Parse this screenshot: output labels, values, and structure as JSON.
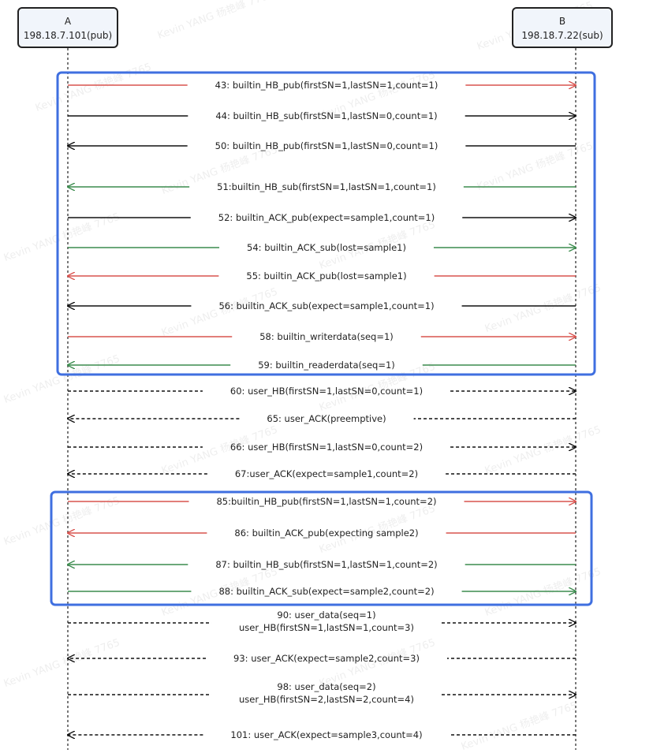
{
  "actors": {
    "a": {
      "name": "A",
      "address": "198.18.7.101(pub)"
    },
    "b": {
      "name": "B",
      "address": "198.18.7.22(sub)"
    }
  },
  "colors": {
    "red": "#d9534f",
    "green": "#3c8c4e",
    "black": "#111111",
    "group_box": "#3f6fe0"
  },
  "watermark": "Kevin YANG 杨艳峰 7765",
  "messages": [
    {
      "id": "m43",
      "from": "a",
      "color": "red",
      "style": "solid",
      "lines": [
        "43: builtin_HB_pub(firstSN=1,lastSN=1,count=1)"
      ]
    },
    {
      "id": "m44",
      "from": "a",
      "color": "black",
      "style": "solid",
      "lines": [
        "44: builtin_HB_sub(firstSN=1,lastSN=0,count=1)"
      ]
    },
    {
      "id": "m50",
      "from": "b",
      "color": "black",
      "style": "solid",
      "lines": [
        "50: builtin_HB_pub(firstSN=1,lastSN=0,count=1)"
      ]
    },
    {
      "id": "m51",
      "from": "b",
      "color": "green",
      "style": "solid",
      "lines": [
        "51:builtin_HB_sub(firstSN=1,lastSN=1,count=1)"
      ]
    },
    {
      "id": "m52",
      "from": "a",
      "color": "black",
      "style": "solid",
      "lines": [
        "52: builtin_ACK_pub(expect=sample1,count=1)"
      ]
    },
    {
      "id": "m54",
      "from": "a",
      "color": "green",
      "style": "solid",
      "lines": [
        "54: builtin_ACK_sub(lost=sample1)"
      ]
    },
    {
      "id": "m55",
      "from": "b",
      "color": "red",
      "style": "solid",
      "lines": [
        "55: builtin_ACK_pub(lost=sample1)"
      ]
    },
    {
      "id": "m56",
      "from": "b",
      "color": "black",
      "style": "solid",
      "lines": [
        "56: builtin_ACK_sub(expect=sample1,count=1)"
      ]
    },
    {
      "id": "m58",
      "from": "a",
      "color": "red",
      "style": "solid",
      "lines": [
        "58: builtin_writerdata(seq=1)"
      ]
    },
    {
      "id": "m59",
      "from": "b",
      "color": "green",
      "style": "solid",
      "lines": [
        "59: builtin_readerdata(seq=1)"
      ]
    },
    {
      "id": "m60",
      "from": "a",
      "color": "black",
      "style": "dashed",
      "lines": [
        "60: user_HB(firstSN=1,lastSN=0,count=1)"
      ]
    },
    {
      "id": "m65",
      "from": "b",
      "color": "black",
      "style": "dashed",
      "lines": [
        "65: user_ACK(preemptive)"
      ]
    },
    {
      "id": "m66",
      "from": "a",
      "color": "black",
      "style": "dashed",
      "lines": [
        "66: user_HB(firstSN=1,lastSN=0,count=2)"
      ]
    },
    {
      "id": "m67",
      "from": "b",
      "color": "black",
      "style": "dashed",
      "lines": [
        "67:user_ACK(expect=sample1,count=2)"
      ]
    },
    {
      "id": "m85",
      "from": "a",
      "color": "red",
      "style": "solid",
      "lines": [
        "85:builtin_HB_pub(firstSN=1,lastSN=1,count=2)"
      ]
    },
    {
      "id": "m86",
      "from": "b",
      "color": "red",
      "style": "solid",
      "lines": [
        "86: builtin_ACK_pub(expecting sample2)"
      ]
    },
    {
      "id": "m87",
      "from": "b",
      "color": "green",
      "style": "solid",
      "lines": [
        "87: builtin_HB_sub(firstSN=1,lastSN=1,count=2)"
      ]
    },
    {
      "id": "m88",
      "from": "a",
      "color": "green",
      "style": "solid",
      "lines": [
        "88: builtin_ACK_sub(expect=sample2,count=2)"
      ]
    },
    {
      "id": "m90",
      "from": "a",
      "color": "black",
      "style": "dashed",
      "lines": [
        "90: user_data(seq=1)",
        "user_HB(firstSN=1,lastSN=1,count=3)"
      ]
    },
    {
      "id": "m93",
      "from": "b",
      "color": "black",
      "style": "dashed",
      "lines": [
        "93: user_ACK(expect=sample2,count=3)"
      ]
    },
    {
      "id": "m98",
      "from": "a",
      "color": "black",
      "style": "dashed",
      "lines": [
        "98: user_data(seq=2)",
        "user_HB(firstSN=2,lastSN=2,count=4)"
      ]
    },
    {
      "id": "m101",
      "from": "b",
      "color": "black",
      "style": "dashed",
      "lines": [
        "101: user_ACK(expect=sample3,count=4)"
      ]
    }
  ]
}
